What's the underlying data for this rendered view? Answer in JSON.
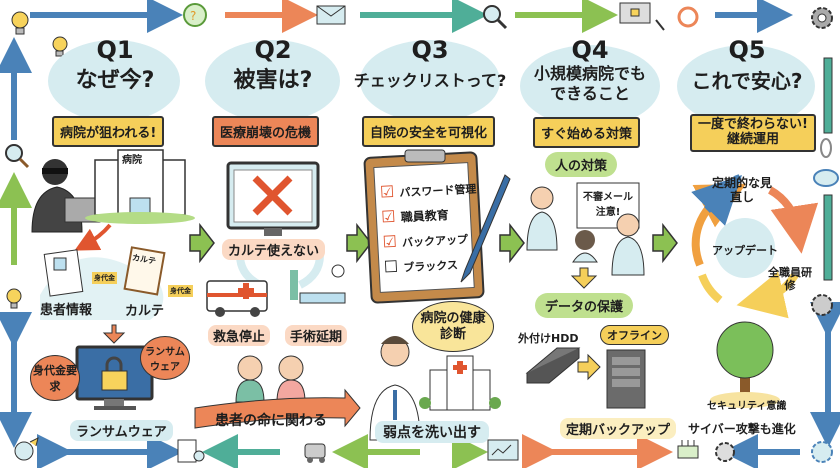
{
  "columns": [
    {
      "q": "Q1",
      "title": "なぜ今?",
      "banner": "病院が狙われる!",
      "banner_color": "#f5cf5a"
    },
    {
      "q": "Q2",
      "title": "被害は?",
      "banner": "医療崩壊の危機",
      "banner_color": "#ec8658"
    },
    {
      "q": "Q3",
      "title": "チェックリストって?",
      "banner": "自院の安全を可視化",
      "banner_color": "#f5cf5a"
    },
    {
      "q": "Q4",
      "title_line1": "小規模病院でも",
      "title_line2": "できること",
      "banner": "すぐ始める対策",
      "banner_color": "#f5cf5a"
    },
    {
      "q": "Q5",
      "title": "これで安心?",
      "banner_line1": "一度で終わらない!",
      "banner_line2": "継続運用",
      "banner_color": "#f5cf5a"
    }
  ],
  "q1": {
    "hospital_sign": "病院",
    "patient_info": "患者情報",
    "chart": "カルテ",
    "chart_doc": "カルテ",
    "ransom_tag": "身代金",
    "ransom_bubble": "身代金要求",
    "ransomware_bubble": "ランサムウェア",
    "ransomware_label": "ランサムウェア"
  },
  "q2": {
    "chart_unavailable": "カルテ使えない",
    "emergency_stop": "救急停止",
    "surgery_delay": "手術延期",
    "life_threat": "患者の命に関わる"
  },
  "q3": {
    "checklist": [
      {
        "label": "パスワード管理",
        "checked": true
      },
      {
        "label": "職員教育",
        "checked": true
      },
      {
        "label": "バックアップ",
        "checked": true
      },
      {
        "label": "ブラックス",
        "checked": false
      }
    ],
    "health_check_bubble": "病院の健康診断",
    "find_weakness": "弱点を洗い出す"
  },
  "q4": {
    "people_measures": "人の対策",
    "poster": "不審メール注意!",
    "data_protection": "データの保護",
    "external_hdd": "外付けHDD",
    "offline": "オフライン",
    "regular_backup": "定期バックアップ"
  },
  "q5": {
    "regular_review": "定期的な見直し",
    "update": "アップデート",
    "staff_training": "全職員研修",
    "security_awareness": "セキュリティ意識",
    "attacks_evolve": "サイバー攻撃も進化"
  },
  "frame_icons": [
    "lightbulb-icon",
    "refresh-icon",
    "envelope-icon",
    "magnifier-icon",
    "computer-lock-icon",
    "gear-icon",
    "settings-icon",
    "link-icon",
    "cloud-icon",
    "network-icon",
    "document-search-icon",
    "truck-icon",
    "router-icon",
    "hacker-icon"
  ],
  "colors": {
    "bubble": "#d6ecf0",
    "flow_arrow": "#8cc152",
    "accent_orange": "#ec8658",
    "accent_yellow": "#f5cf5a",
    "blue": "#4a82b8",
    "teal": "#4fae98"
  }
}
